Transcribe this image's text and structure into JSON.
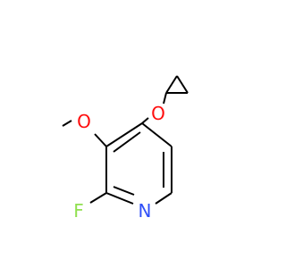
{
  "molecule": {
    "atoms": [
      {
        "id": "o_ether",
        "symbol": "O",
        "label": "O"
      },
      {
        "id": "o_methoxy",
        "symbol": "O",
        "label": "O"
      },
      {
        "id": "f",
        "symbol": "F",
        "label": "F"
      },
      {
        "id": "n",
        "symbol": "N",
        "label": "N"
      }
    ],
    "colors": {
      "bond": "#000000",
      "O": "#ff0d0d",
      "F": "#90e050",
      "N": "#3050f8"
    }
  }
}
